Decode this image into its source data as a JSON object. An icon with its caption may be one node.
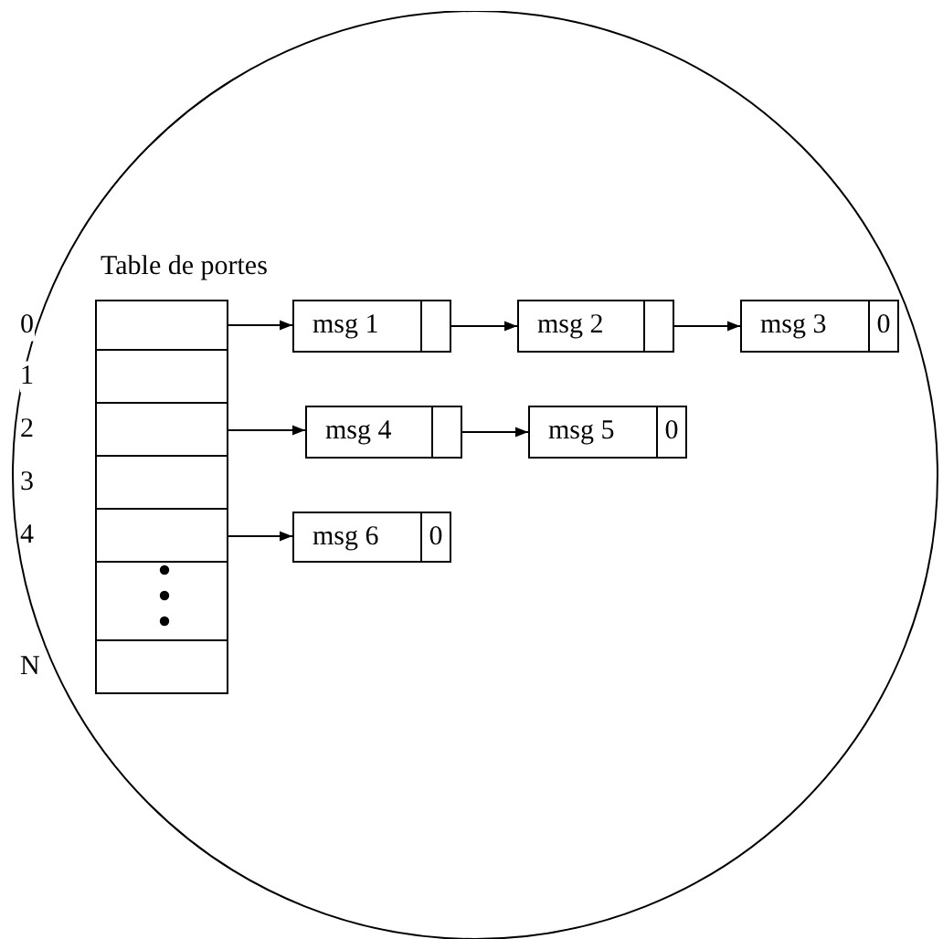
{
  "diagram": {
    "nodes": [
      {
        "text": [],
        "shape": "circle"
      },
      {
        "text": [
          "Table de portes"
        ],
        "in": 0
      },
      {
        "text": [],
        "shape": "box",
        "in": 1,
        "beside": [
          "0"
        ]
      },
      {
        "text": [],
        "shape": "box",
        "in": 1,
        "beside": [
          "1"
        ]
      },
      {
        "text": [],
        "shape": "box",
        "in": 1,
        "beside": [
          "2"
        ]
      },
      {
        "text": [],
        "shape": "box",
        "in": 1,
        "beside": [
          "3"
        ]
      },
      {
        "text": [],
        "shape": "box",
        "in": 1,
        "beside": [
          "4"
        ]
      },
      {
        "text": [],
        "shape": "box",
        "in": 1
      },
      {
        "text": [],
        "shape": "box",
        "in": 1,
        "beside": [
          "N"
        ]
      },
      {
        "text": [
          "msg 1"
        ],
        "in": 0
      },
      {
        "text": [
          "msg 2"
        ],
        "in": 0
      },
      {
        "text": [
          "msg 3",
          "0"
        ],
        "in": 0
      },
      {
        "text": [
          "msg 4"
        ],
        "in": 0
      },
      {
        "text": [
          "msg 5",
          "0"
        ],
        "in": 0
      },
      {
        "text": [
          "msg 6",
          "0"
        ],
        "in": 0
      }
    ],
    "edges": [
      {
        "from": 2,
        "to": 9,
        "arrow": "to"
      },
      {
        "from": 9,
        "to": 10,
        "arrow": "to"
      },
      {
        "from": 10,
        "to": 11,
        "arrow": "to"
      },
      {
        "from": 4,
        "to": 12,
        "arrow": "to"
      },
      {
        "from": 12,
        "to": 13,
        "arrow": "to"
      },
      {
        "from": 6,
        "to": 14,
        "arrow": "to"
      }
    ]
  }
}
